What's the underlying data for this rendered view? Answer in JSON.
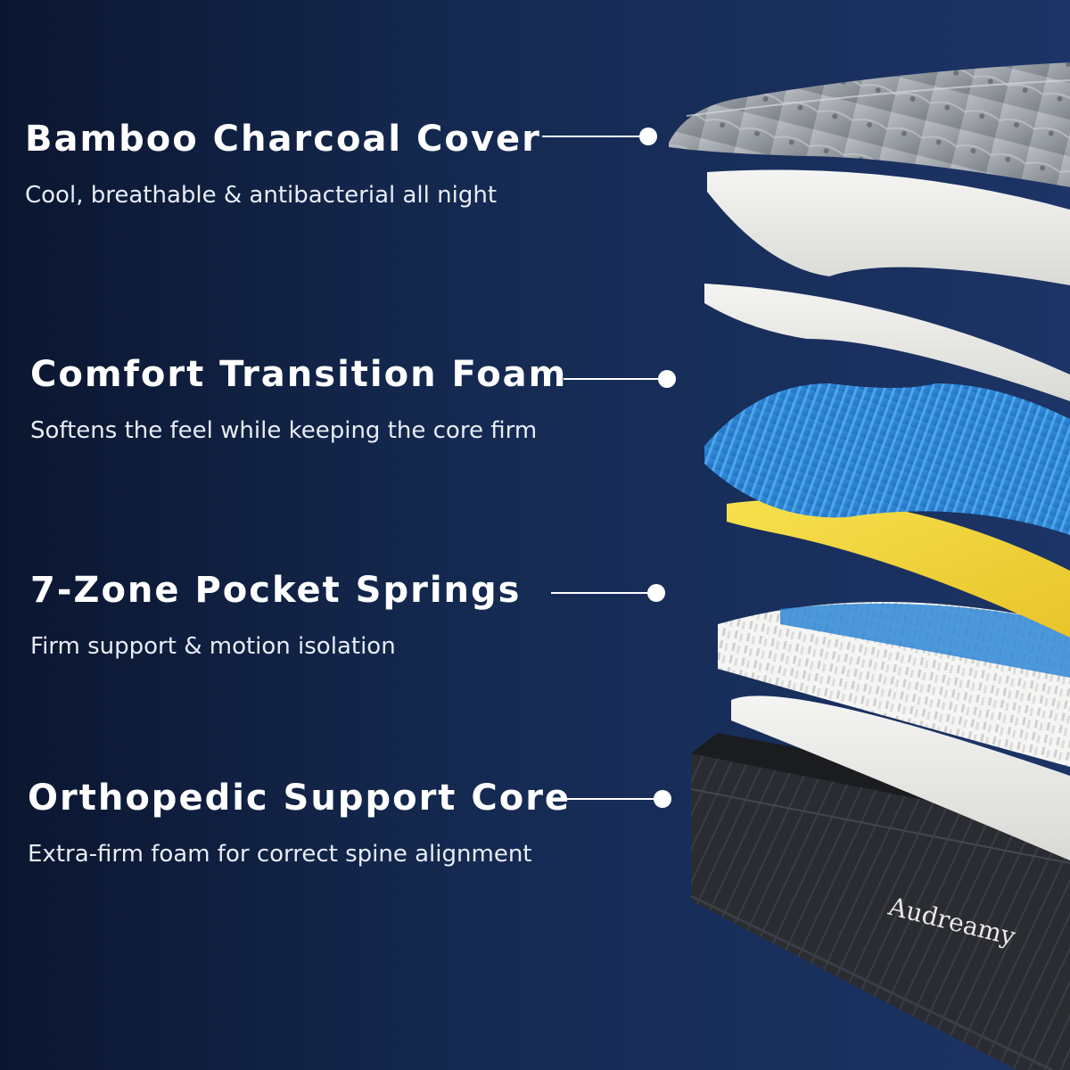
{
  "features": [
    {
      "title": "Bamboo Charcoal Cover",
      "desc": "Cool, breathable & antibacterial all night"
    },
    {
      "title": "Comfort Transition Foam",
      "desc": "Softens the feel while keeping the core firm"
    },
    {
      "title": "7-Zone Pocket Springs",
      "desc": "Firm support & motion isolation"
    },
    {
      "title": "Orthopedic Support Core",
      "desc": "Extra-firm foam for correct spine alignment"
    }
  ],
  "brand": {
    "logo_text": "Audreamy"
  },
  "colors": {
    "background": "#152a52",
    "accent_blue": "#2f86d6",
    "foam_yellow": "#f2d333",
    "cover_gray": "#9ea3aa",
    "base_dark": "#222428"
  }
}
